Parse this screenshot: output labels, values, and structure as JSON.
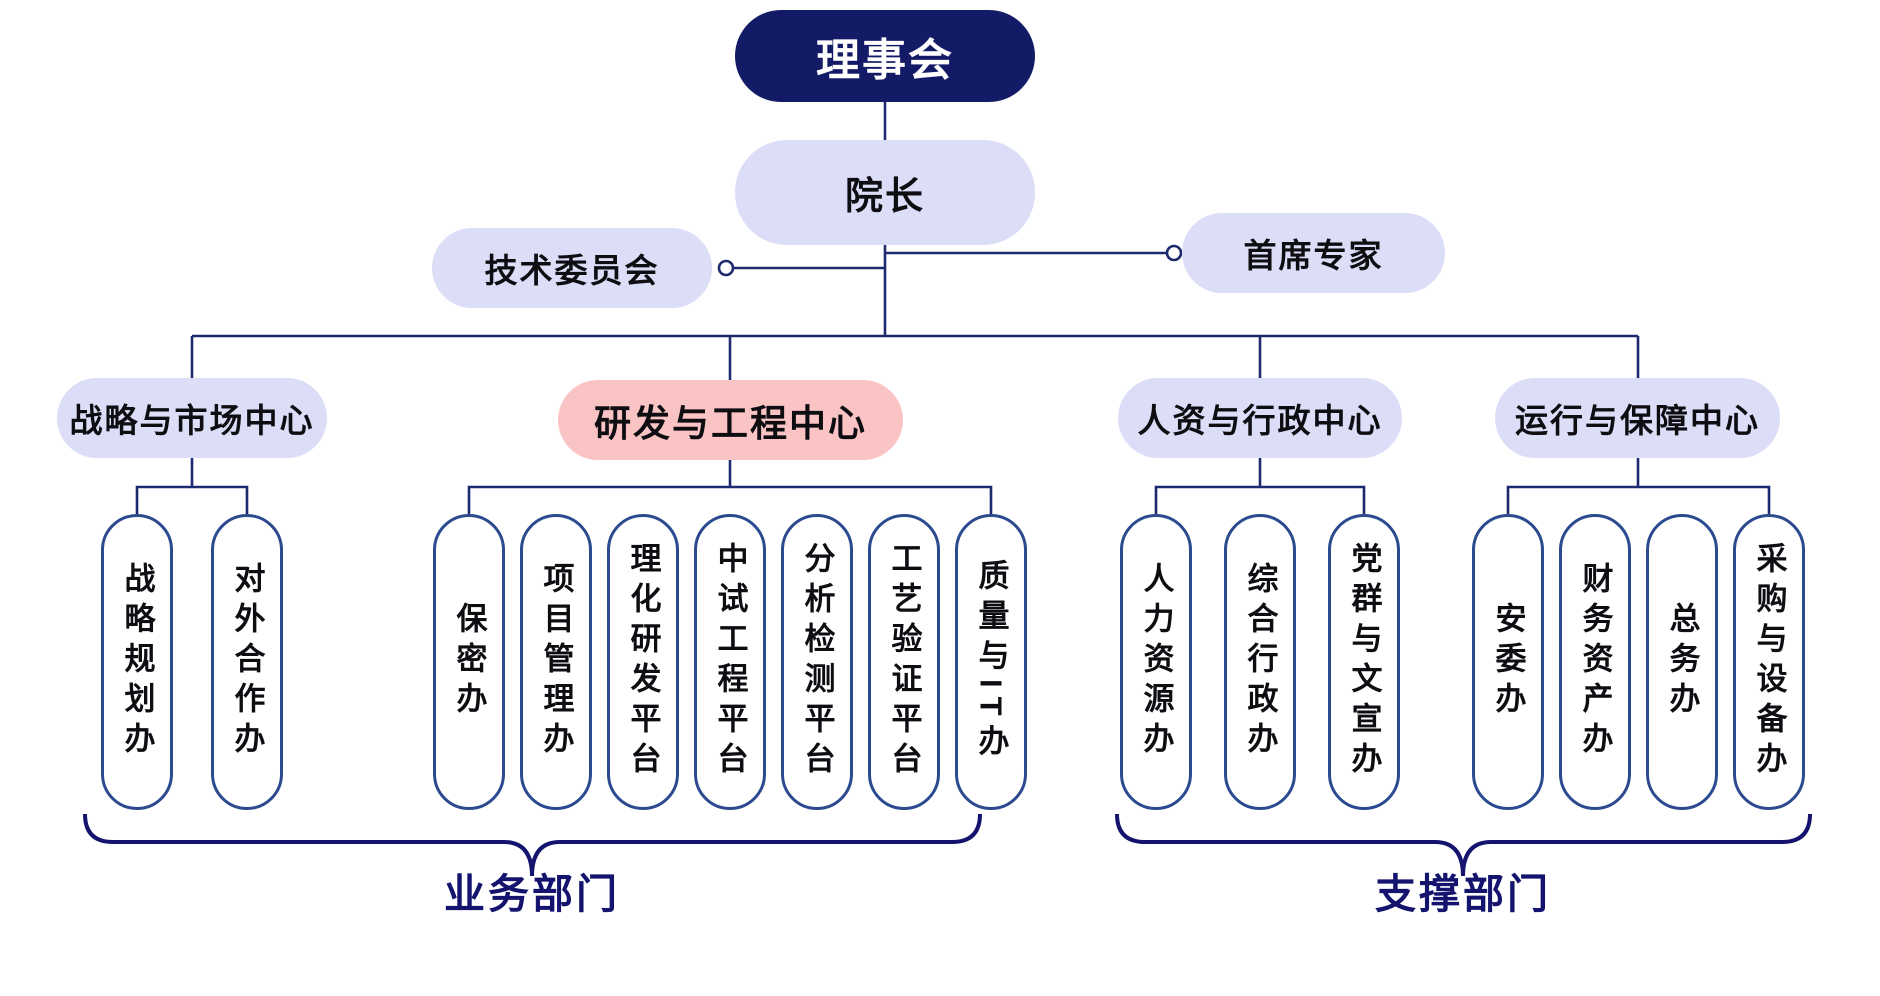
{
  "palette": {
    "root_bg": "#141b66",
    "node_bg": "#dcddf7",
    "highlight_bg": "#fbc4c4",
    "line": "#1e2a6e",
    "pill_border": "#2b4a8f",
    "brace": "#14146e"
  },
  "org": {
    "root": {
      "label": "理事会"
    },
    "president": {
      "label": "院长"
    },
    "advisors": {
      "left": {
        "label": "技术委员会"
      },
      "right": {
        "label": "首席专家"
      }
    },
    "centers": [
      {
        "id": "strategy",
        "label": "战略与市场中心",
        "highlight": false,
        "children": [
          "战略规划办",
          "对外合作办"
        ]
      },
      {
        "id": "rd",
        "label": "研发与工程中心",
        "highlight": true,
        "children": [
          "保密办",
          "项目管理办",
          "理化研发平台",
          "中试工程平台",
          "分析检测平台",
          "工艺验证平台",
          "质量与IT办"
        ]
      },
      {
        "id": "hr",
        "label": "人资与行政中心",
        "highlight": false,
        "children": [
          "人力资源办",
          "综合行政办",
          "党群与文宣办"
        ]
      },
      {
        "id": "ops",
        "label": "运行与保障中心",
        "highlight": false,
        "children": [
          "安委办",
          "财务资产办",
          "总务办",
          "采购与设备办"
        ]
      }
    ],
    "braces": [
      {
        "label": "业务部门"
      },
      {
        "label": "支撑部门"
      }
    ]
  }
}
